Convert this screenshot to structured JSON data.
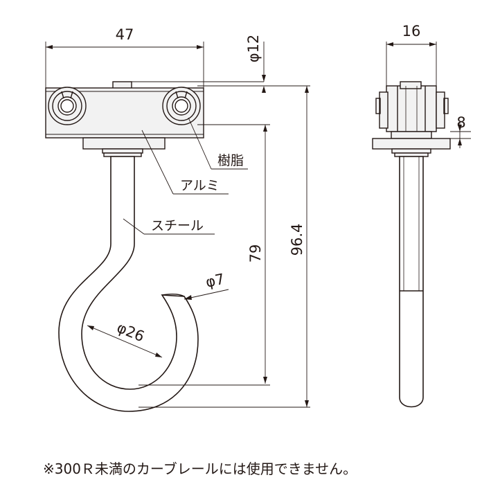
{
  "dimensions": {
    "width": "47",
    "phi12": "φ12",
    "side_width": "16",
    "plate": "8",
    "phi7": "φ7",
    "phi26": "φ26",
    "height79": "79",
    "height964": "96.4"
  },
  "labels": {
    "resin": "樹脂",
    "aluminum": "アルミ",
    "steel": "スチール"
  },
  "note": "※300Ｒ未満のカーブレールには使用できません。",
  "colors": {
    "line": "#231815",
    "body_fill": "#f2f2f2",
    "hook_fill": "#ffffff"
  }
}
